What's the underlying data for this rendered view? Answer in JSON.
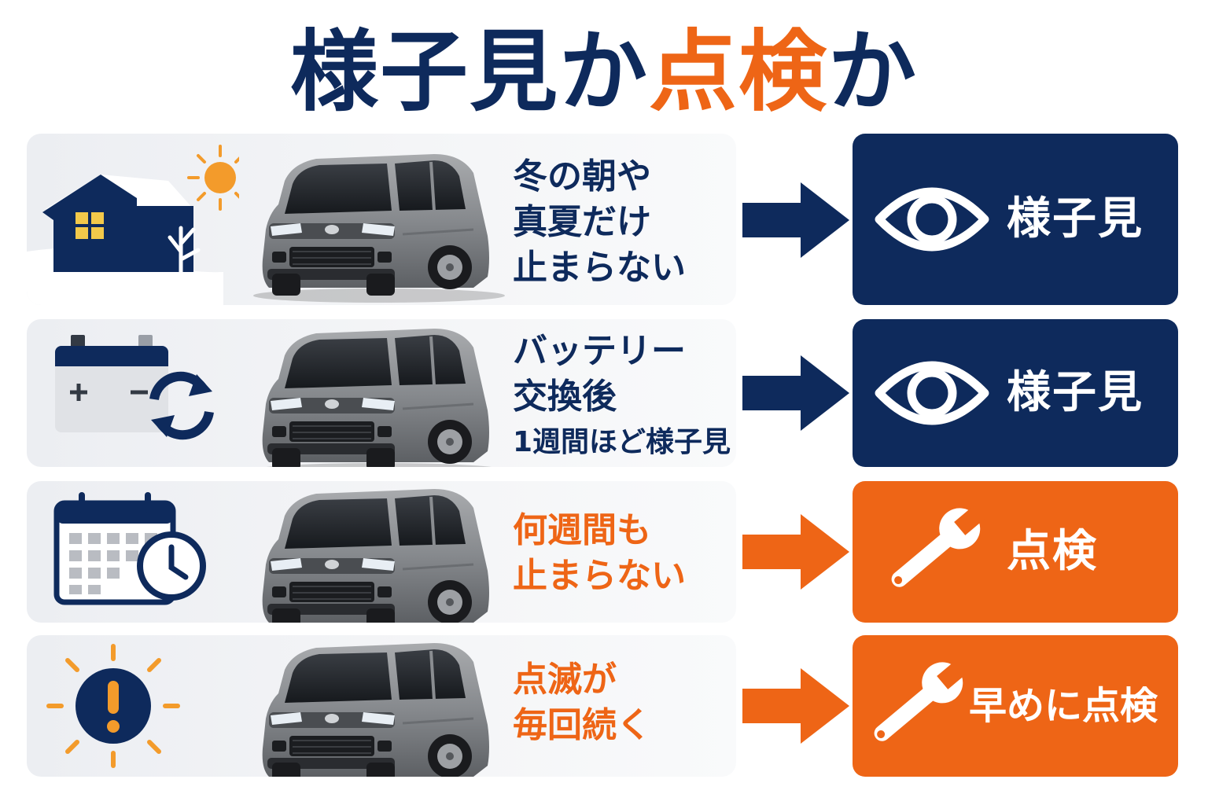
{
  "title": {
    "part1": "様子見か",
    "part2": "点検",
    "part3": "か"
  },
  "colors": {
    "navy": "#0e2a5c",
    "orange": "#ee6516",
    "panel": "#f0f1f4"
  },
  "rows": [
    {
      "icon": "snowy-house-sun-icon",
      "lines": [
        "冬の朝や",
        "真夏だけ",
        "止まらない"
      ],
      "text_color": "navy",
      "result": {
        "icon": "eye-icon",
        "label": "様子見",
        "color": "navy"
      }
    },
    {
      "icon": "battery-refresh-icon",
      "lines": [
        "バッテリー",
        "交換後",
        "1週間ほど様子見"
      ],
      "text_color": "navy",
      "result": {
        "icon": "eye-icon",
        "label": "様子見",
        "color": "navy"
      }
    },
    {
      "icon": "calendar-clock-icon",
      "lines": [
        "何週間も",
        "止まらない"
      ],
      "text_color": "orange",
      "result": {
        "icon": "wrench-icon",
        "label": "点検",
        "color": "orange"
      }
    },
    {
      "icon": "warning-light-icon",
      "lines": [
        "点滅が",
        "毎回続く"
      ],
      "text_color": "orange",
      "result": {
        "icon": "wrench-icon",
        "label": "早めに点検",
        "color": "orange"
      }
    }
  ]
}
